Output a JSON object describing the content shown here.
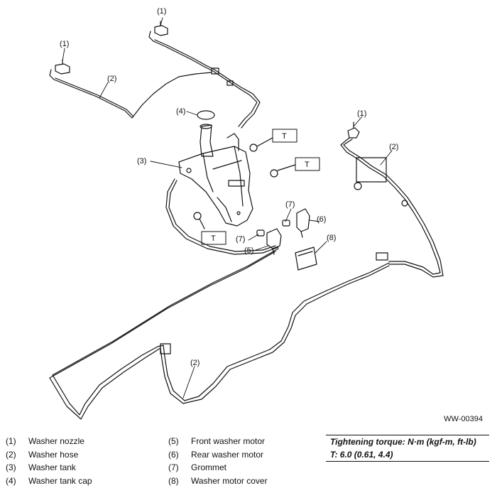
{
  "diagram": {
    "callouts": [
      "(1)",
      "(1)",
      "(1)",
      "(2)",
      "(2)",
      "(2)",
      "(3)",
      "(4)",
      "(5)",
      "(6)",
      "(7)",
      "(7)",
      "(8)"
    ],
    "torque_marks": [
      "T",
      "T",
      "T"
    ],
    "figure_code": "WW-00394"
  },
  "legend": {
    "left": [
      {
        "num": "(1)",
        "label": "Washer nozzle"
      },
      {
        "num": "(2)",
        "label": "Washer hose"
      },
      {
        "num": "(3)",
        "label": "Washer tank"
      },
      {
        "num": "(4)",
        "label": "Washer tank cap"
      }
    ],
    "right": [
      {
        "num": "(5)",
        "label": "Front washer motor"
      },
      {
        "num": "(6)",
        "label": "Rear washer motor"
      },
      {
        "num": "(7)",
        "label": "Grommet"
      },
      {
        "num": "(8)",
        "label": "Washer motor cover"
      }
    ]
  },
  "torque": {
    "heading": "Tightening torque: N·m (kgf-m, ft-lb)",
    "value": "T:   6.0 (0.61, 4.4)"
  }
}
